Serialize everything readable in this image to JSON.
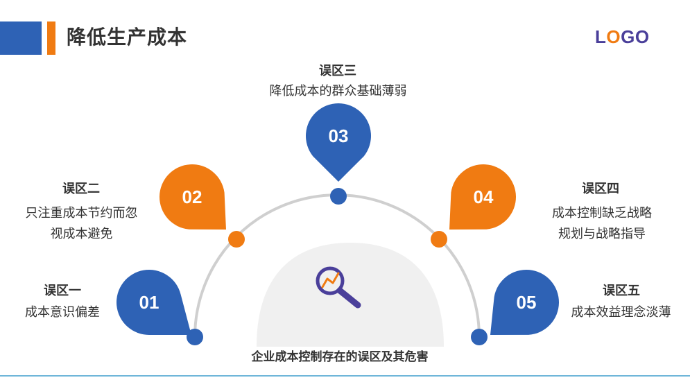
{
  "header": {
    "title": "降低生产成本",
    "logo_part1": "L",
    "logo_part2": "O",
    "logo_part3": "GO"
  },
  "center": {
    "caption": "企业成本控制存在的误区及其危害",
    "icon": "magnifier-chart-icon"
  },
  "colors": {
    "blue": "#2e62b5",
    "orange": "#f07b12",
    "arc": "#cfcfcf"
  },
  "items": [
    {
      "number": "01",
      "heading": "误区一",
      "lines": [
        "成本意识偏差"
      ],
      "color": "blue"
    },
    {
      "number": "02",
      "heading": "误区二",
      "lines": [
        "只注重成本节约而忽",
        "视成本避免"
      ],
      "color": "orange"
    },
    {
      "number": "03",
      "heading": "误区三",
      "lines": [
        "降低成本的群众基础薄弱"
      ],
      "color": "blue"
    },
    {
      "number": "04",
      "heading": "误区四",
      "lines": [
        "成本控制缺乏战略",
        "规划与战略指导"
      ],
      "color": "orange"
    },
    {
      "number": "05",
      "heading": "误区五",
      "lines": [
        "成本效益理念淡薄"
      ],
      "color": "blue"
    }
  ]
}
